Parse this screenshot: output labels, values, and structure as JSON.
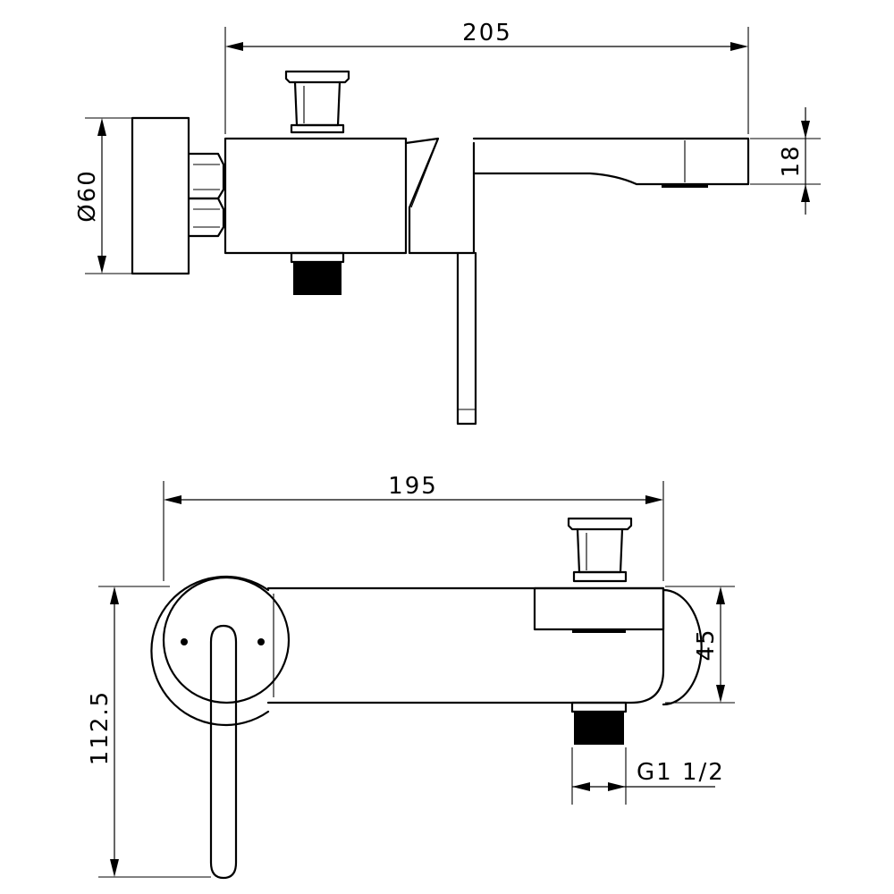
{
  "dimensions": {
    "top_width": "205",
    "top_diameter": "Ø60",
    "top_spout_height": "18",
    "bottom_width": "195",
    "bottom_height": "112.5",
    "bottom_body_height": "45",
    "bottom_thread": "G1 1/2"
  },
  "colors": {
    "line": "#000000",
    "background": "#ffffff"
  }
}
